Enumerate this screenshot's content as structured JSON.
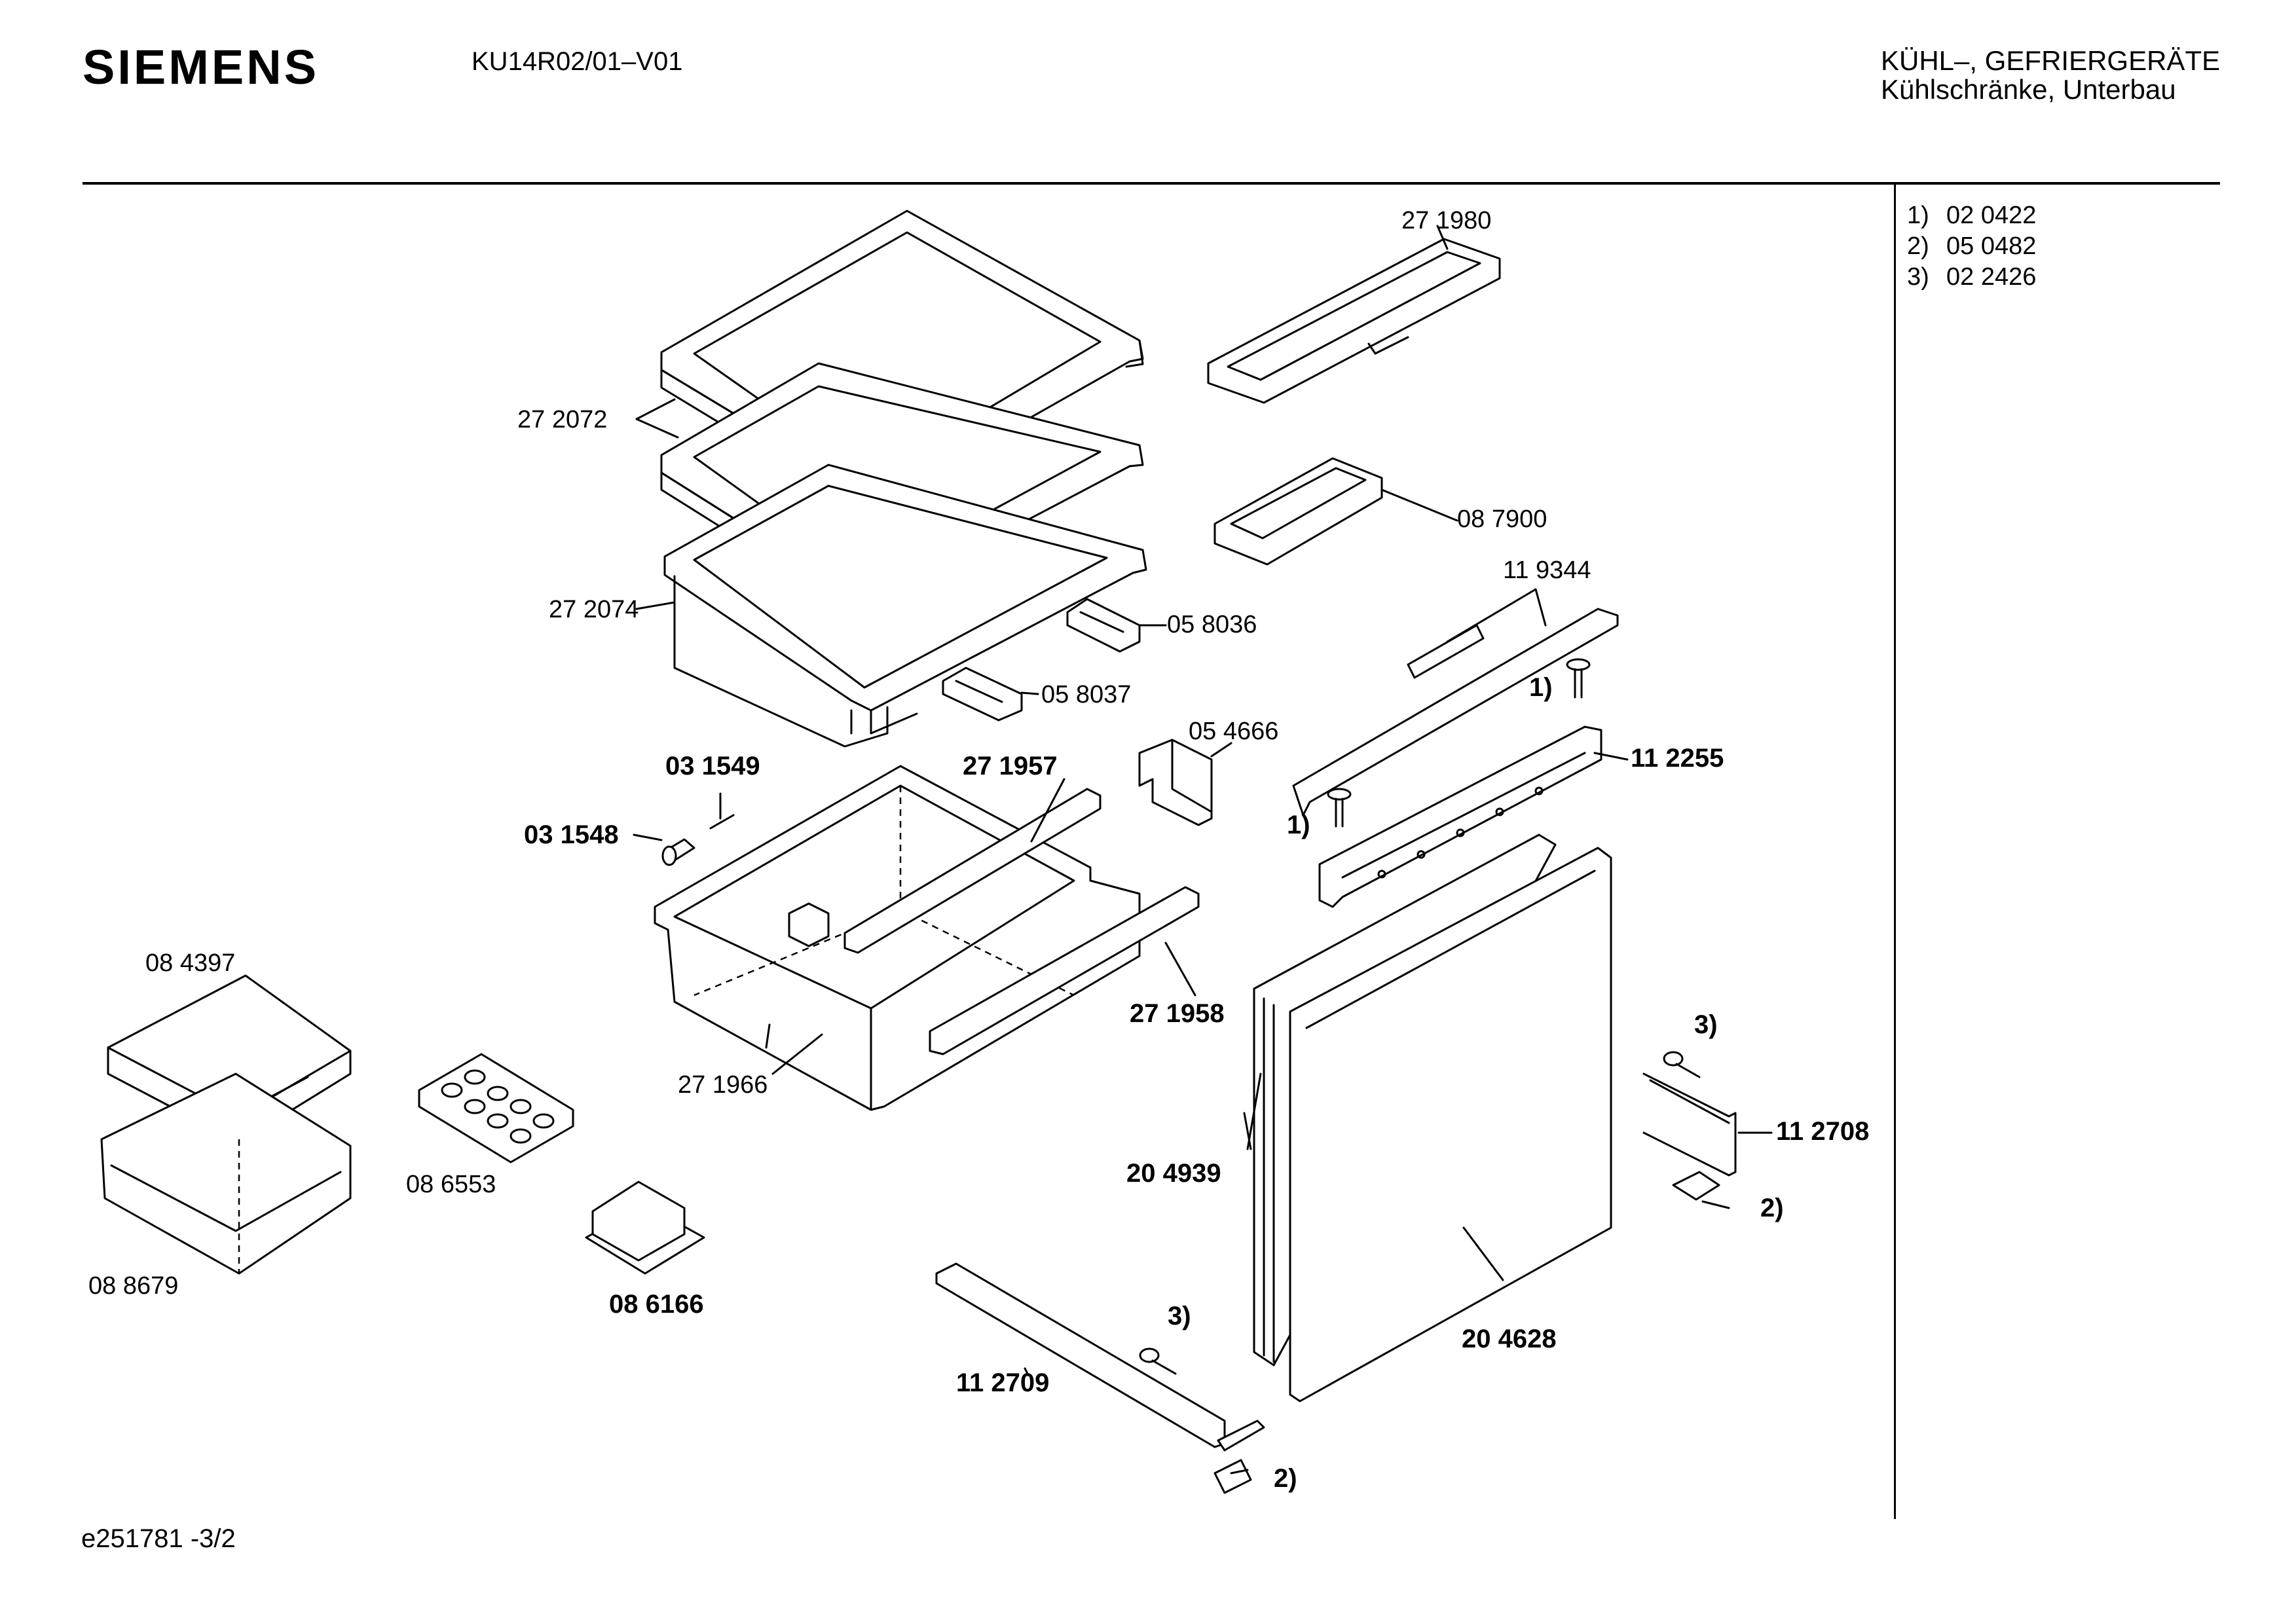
{
  "header": {
    "brand": "SIEMENS",
    "model": "KU14R02/01–V01",
    "category_line1": "KÜHL–, GEFRIERGERÄTE",
    "category_line2": "Kühlschränke, Unterbau"
  },
  "notes": [
    {
      "key": "1)",
      "value": "02 0422"
    },
    {
      "key": "2)",
      "value": "05 0482"
    },
    {
      "key": "3)",
      "value": "02 2426"
    }
  ],
  "parts": {
    "p271980": "27 1980",
    "p272072": "27 2072",
    "p087900": "08 7900",
    "p119344": "11 9344",
    "p272074": "27 2074",
    "p058036": "05 8036",
    "p058037": "05 8037",
    "note1_upper": "1)",
    "p054666": "05 4666",
    "p112255": "11 2255",
    "p031549": "03 1549",
    "p271957": "27 1957",
    "p031548": "03 1548",
    "note1_lower": "1)",
    "p084397": "08 4397",
    "p271958": "27 1958",
    "p271966": "27 1966",
    "note3_right": "3)",
    "p112708": "11 2708",
    "p086553": "08 6553",
    "p204939": "20 4939",
    "note2_right": "2)",
    "p088679": "08 8679",
    "p086166": "08 6166",
    "note3_bottom": "3)",
    "p204628": "20 4628",
    "p112709": "11 2709",
    "note2_bottom": "2)"
  },
  "footer": {
    "drawing_id": "e251781 -3/2"
  }
}
